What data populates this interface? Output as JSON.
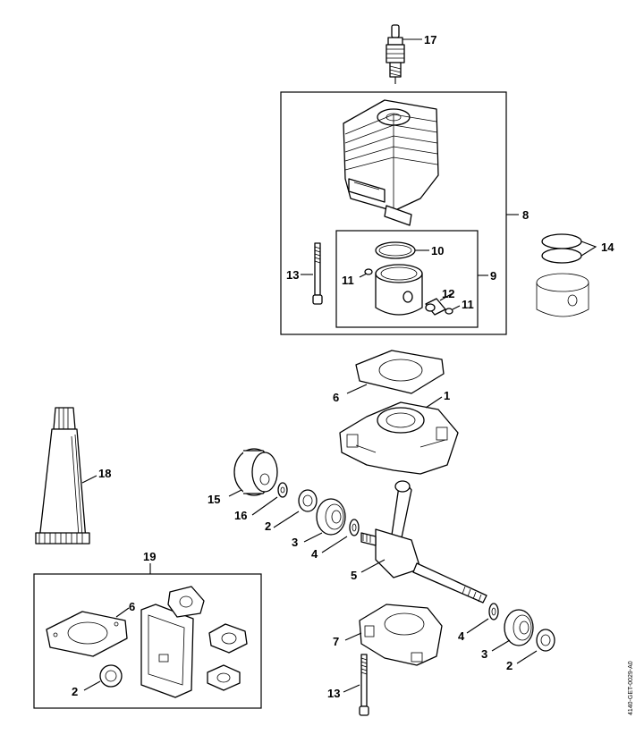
{
  "diagram": {
    "callouts": {
      "c17": "17",
      "c8": "8",
      "c9": "9",
      "c10": "10",
      "c11a": "11",
      "c11b": "11",
      "c12": "12",
      "c13a": "13",
      "c14": "14",
      "c6a": "6",
      "c1": "1",
      "c18": "18",
      "c15": "15",
      "c16": "16",
      "c2a": "2",
      "c3a": "3",
      "c4a": "4",
      "c5": "5",
      "c19": "19",
      "c6b": "6",
      "c2b": "2",
      "c7": "7",
      "c4b": "4",
      "c3b": "3",
      "c2c": "2",
      "c13b": "13"
    },
    "drawing_code": "4140-GET-0029-A0"
  }
}
